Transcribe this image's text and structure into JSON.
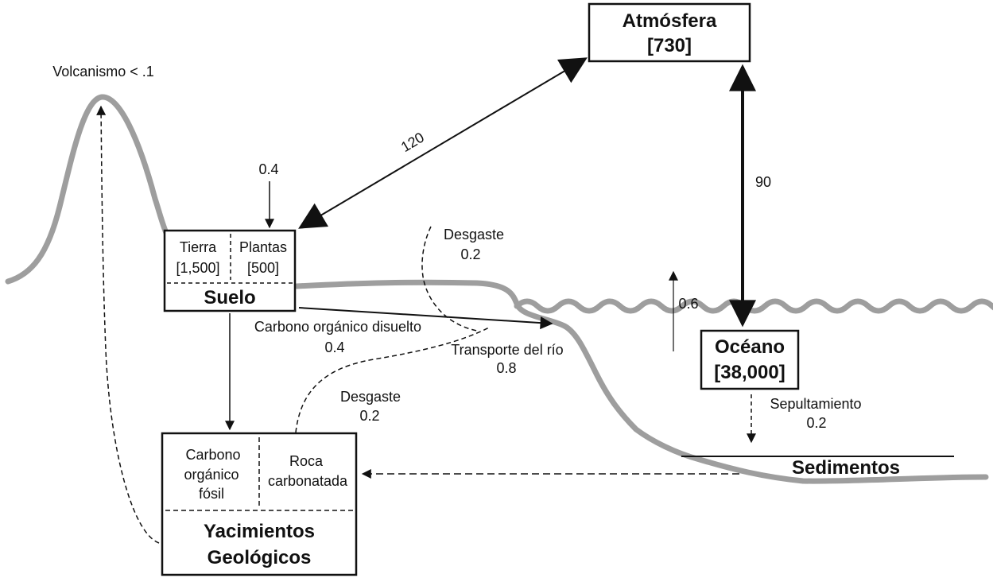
{
  "colors": {
    "terrain": "#9e9e9e",
    "ink": "#111111",
    "background": "#ffffff"
  },
  "atmosphere": {
    "name": "Atmósfera",
    "value": "[730]"
  },
  "ocean": {
    "name": "Océano",
    "value": "[38,000]"
  },
  "soil": {
    "name": "Suelo",
    "earth_label": "Tierra",
    "earth_value": "[1,500]",
    "plants_label": "Plantas",
    "plants_value": "[500]"
  },
  "geologic": {
    "name_line1": "Yacimientos",
    "name_line2": "Geológicos",
    "fossil_line1": "Carbono",
    "fossil_line2": "orgánico",
    "fossil_line3": "fósil",
    "carbonate_line1": "Roca",
    "carbonate_line2": "carbonatada"
  },
  "sediments": {
    "name": "Sedimentos"
  },
  "fluxes": {
    "volcanism": "Volcanismo < .1",
    "atm_soil": "120",
    "atm_ocean": "90",
    "input_soil": "0.4",
    "weathering_top_label": "Desgaste",
    "weathering_top_value": "0.2",
    "doc_label": "Carbono orgánico disuelto",
    "doc_value": "0.4",
    "river_label": "Transporte del río",
    "river_value": "0.8",
    "weathering_low_label": "Desgaste",
    "weathering_low_value": "0.2",
    "ocean_up": "0.6",
    "burial_label": "Sepultamiento",
    "burial_value": "0.2"
  }
}
